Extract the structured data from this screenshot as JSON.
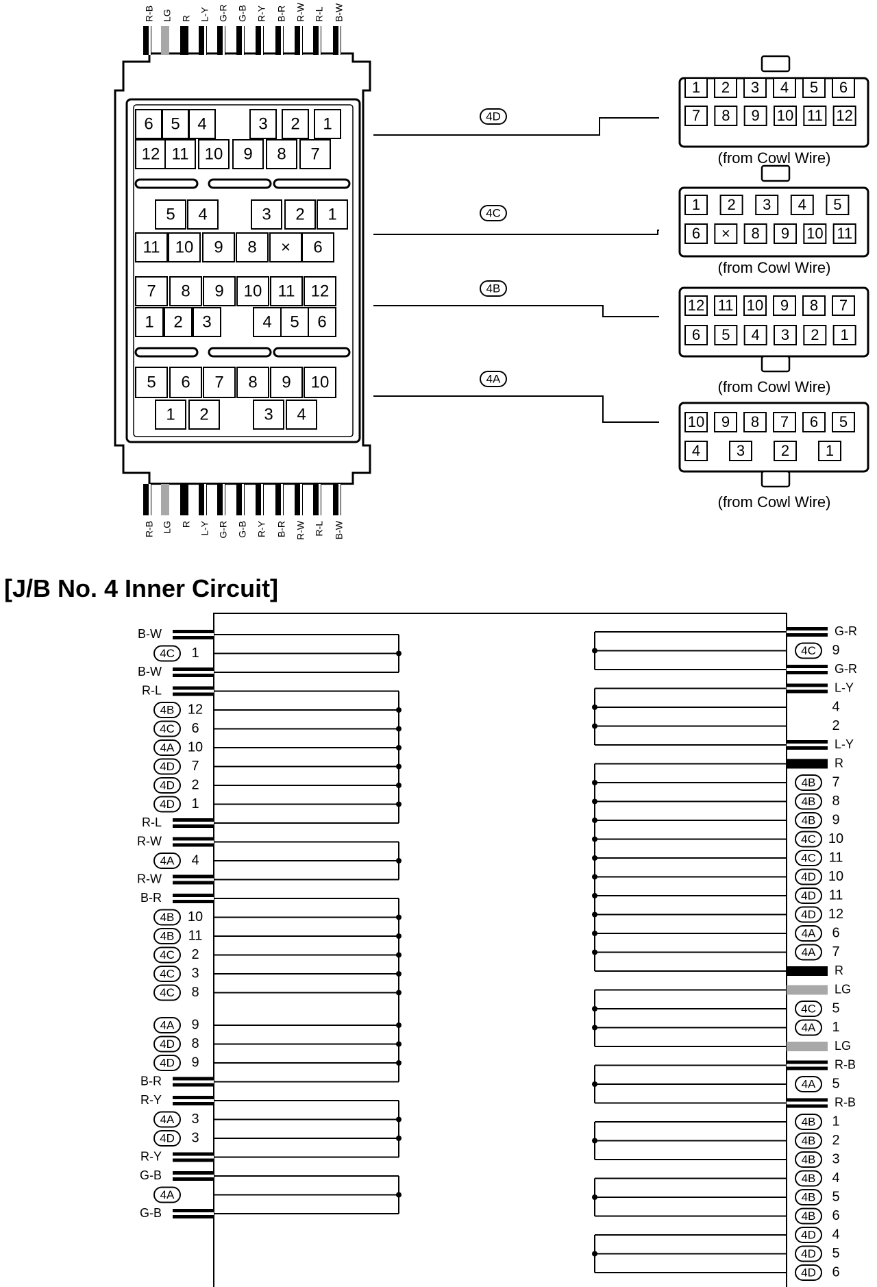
{
  "title": "[J/B No. 4 Inner Circuit]",
  "colors": {
    "ink": "#000000",
    "lg": "#a8a8a8",
    "paper": "#ffffff"
  },
  "top_wires": [
    "R-B",
    "LG",
    "R",
    "L-Y",
    "G-R",
    "G-B",
    "R-Y",
    "B-R",
    "R-W",
    "R-L",
    "B-W"
  ],
  "bottom_wires": [
    "R-B",
    "LG",
    "R",
    "L-Y",
    "G-R",
    "G-B",
    "R-Y",
    "B-R",
    "R-W",
    "R-L",
    "B-W"
  ],
  "jb_grid": {
    "d_row1": [
      "6",
      "5",
      "4",
      "3",
      "2",
      "1"
    ],
    "d_row2": [
      "12",
      "11",
      "10",
      "9",
      "8",
      "7"
    ],
    "c_row1": [
      "5",
      "4",
      "3",
      "2",
      "1"
    ],
    "c_row2": [
      "11",
      "10",
      "9",
      "8",
      "×",
      "6"
    ],
    "b_row1": [
      "7",
      "8",
      "9",
      "10",
      "11",
      "12"
    ],
    "b_row2": [
      "1",
      "2",
      "3",
      "4",
      "5",
      "6"
    ],
    "a_row1": [
      "5",
      "6",
      "7",
      "8",
      "9",
      "10"
    ],
    "a_row2": [
      "1",
      "2",
      "3",
      "4"
    ]
  },
  "connector_tags": [
    "4D",
    "4C",
    "4B",
    "4A"
  ],
  "connector_views": [
    {
      "id": "4D",
      "row1": [
        "1",
        "2",
        "3",
        "4",
        "5",
        "6"
      ],
      "row2": [
        "7",
        "8",
        "9",
        "10",
        "11",
        "12"
      ],
      "caption": "(from Cowl Wire)"
    },
    {
      "id": "4C",
      "row1": [
        "1",
        "2",
        "3",
        "4",
        "5"
      ],
      "row2": [
        "6",
        "×",
        "8",
        "9",
        "10",
        "11"
      ],
      "caption": "(from Cowl Wire)"
    },
    {
      "id": "4B",
      "row1": [
        "12",
        "11",
        "10",
        "9",
        "8",
        "7"
      ],
      "row2": [
        "6",
        "5",
        "4",
        "3",
        "2",
        "1"
      ],
      "caption": "(from Cowl Wire)"
    },
    {
      "id": "4A",
      "row1": [
        "10",
        "9",
        "8",
        "7",
        "6",
        "5"
      ],
      "row2": [
        "4",
        "3",
        "2",
        "1"
      ],
      "caption": "(from Cowl Wire)"
    }
  ],
  "left_terminals": [
    {
      "wire": "B-W"
    },
    {
      "conn": "4C",
      "pin": "1"
    },
    {
      "wire": "B-W"
    },
    {
      "wire": "R-L"
    },
    {
      "conn": "4B",
      "pin": "12"
    },
    {
      "conn": "4C",
      "pin": "6"
    },
    {
      "conn": "4A",
      "pin": "10"
    },
    {
      "conn": "4D",
      "pin": "7"
    },
    {
      "conn": "4D",
      "pin": "2"
    },
    {
      "conn": "4D",
      "pin": "1"
    },
    {
      "wire": "R-L"
    },
    {
      "wire": "R-W"
    },
    {
      "conn": "4A",
      "pin": "4"
    },
    {
      "wire": "R-W"
    },
    {
      "wire": "B-R"
    },
    {
      "conn": "4B",
      "pin": "10"
    },
    {
      "conn": "4B",
      "pin": "11"
    },
    {
      "conn": "4C",
      "pin": "2"
    },
    {
      "conn": "4C",
      "pin": "3"
    },
    {
      "conn": "4C",
      "pin": "8"
    },
    {
      "conn": "4A",
      "pin": "9"
    },
    {
      "conn": "4D",
      "pin": "8"
    },
    {
      "conn": "4D",
      "pin": "9"
    },
    {
      "wire": "B-R"
    },
    {
      "wire": "R-Y"
    },
    {
      "conn": "4A",
      "pin": "3"
    },
    {
      "conn": "4D",
      "pin": "3"
    },
    {
      "wire": "R-Y"
    },
    {
      "wire": "G-B"
    },
    {
      "conn": "4A",
      "pin": ""
    },
    {
      "wire": "G-B"
    }
  ],
  "right_terminals": [
    {
      "wire": "G-R"
    },
    {
      "conn": "4C",
      "pin": "9"
    },
    {
      "wire": "G-R"
    },
    {
      "wire": "L-Y"
    },
    {
      "pin": "4"
    },
    {
      "pin": "2"
    },
    {
      "wire": "L-Y"
    },
    {
      "wire": "R"
    },
    {
      "conn": "4B",
      "pin": "7"
    },
    {
      "conn": "4B",
      "pin": "8"
    },
    {
      "conn": "4B",
      "pin": "9"
    },
    {
      "conn": "4C",
      "pin": "10"
    },
    {
      "conn": "4C",
      "pin": "11"
    },
    {
      "conn": "4D",
      "pin": "10"
    },
    {
      "conn": "4D",
      "pin": "11"
    },
    {
      "conn": "4D",
      "pin": "12"
    },
    {
      "conn": "4A",
      "pin": "6"
    },
    {
      "conn": "4A",
      "pin": "7"
    },
    {
      "wire": "R"
    },
    {
      "wire": "LG"
    },
    {
      "conn": "4C",
      "pin": "5"
    },
    {
      "conn": "4A",
      "pin": "1"
    },
    {
      "wire": "LG"
    },
    {
      "wire": "R-B"
    },
    {
      "conn": "4A",
      "pin": "5"
    },
    {
      "wire": "R-B"
    },
    {
      "conn": "4B",
      "pin": "1"
    },
    {
      "conn": "4B",
      "pin": "2"
    },
    {
      "conn": "4B",
      "pin": "3"
    },
    {
      "conn": "4B",
      "pin": "4"
    },
    {
      "conn": "4B",
      "pin": "5"
    },
    {
      "conn": "4B",
      "pin": "6"
    },
    {
      "conn": "4D",
      "pin": "4"
    },
    {
      "conn": "4D",
      "pin": "5"
    },
    {
      "conn": "4D",
      "pin": "6"
    }
  ]
}
